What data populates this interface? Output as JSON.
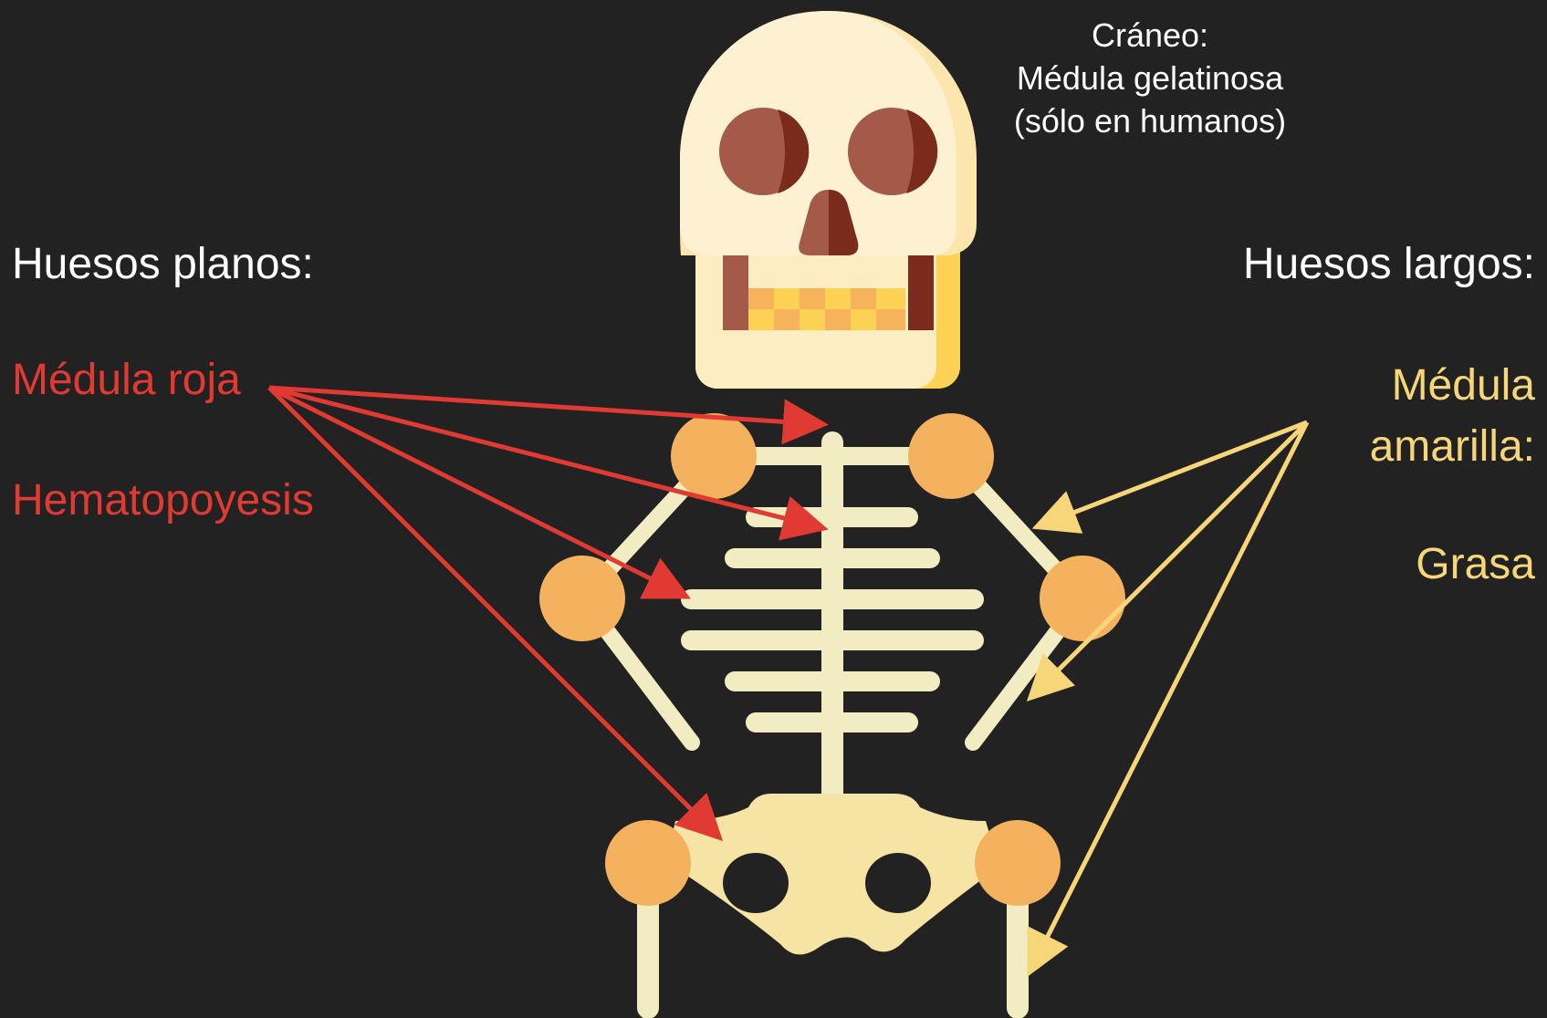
{
  "skull_label": {
    "line1": "Cráneo:",
    "line2": "Médula gelatinosa",
    "line3": "(sólo en humanos)"
  },
  "left": {
    "title": "Huesos planos:",
    "marrow": "Médula roja",
    "function": "Hematopoyesis",
    "color": "#e03a32"
  },
  "right": {
    "title": "Huesos largos:",
    "marrow_line1": "Médula",
    "marrow_line2": "amarilla:",
    "function": "Grasa",
    "color": "#f7d679"
  },
  "colors": {
    "background": "#222222",
    "bone": "#f1ecc2",
    "joint": "#f5b25e",
    "skull": "#fdf1d2",
    "eye": "#a55949",
    "eye_shadow": "#7b2b1b"
  }
}
